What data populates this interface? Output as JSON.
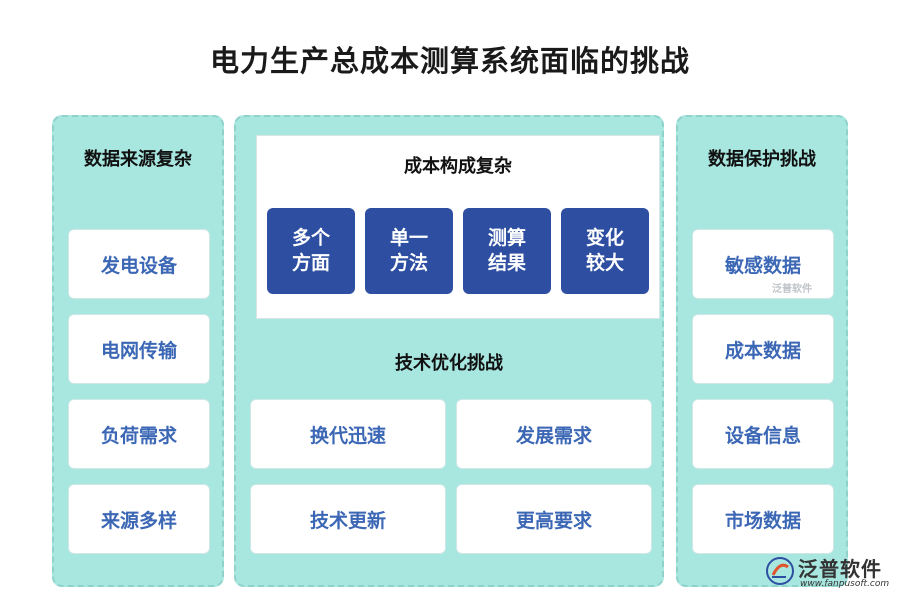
{
  "title": "电力生产总成本测算系统面临的挑战",
  "left": {
    "heading": "数据来源复杂",
    "items": [
      "发电设备",
      "电网传输",
      "负荷需求",
      "来源多样"
    ]
  },
  "middle": {
    "top_heading": "成本构成复杂",
    "top_items": [
      "多个\n方面",
      "单一\n方法",
      "测算\n结果",
      "变化\n较大"
    ],
    "bottom_heading": "技术优化挑战",
    "bottom_items": [
      "换代迅速",
      "发展需求",
      "技术更新",
      "更高要求"
    ]
  },
  "right": {
    "heading": "数据保护挑战",
    "items": [
      "敏感数据",
      "成本数据",
      "设备信息",
      "市场数据"
    ]
  },
  "watermark": "泛普软件",
  "logo": {
    "name": "泛普软件",
    "url": "www.fanpusoft.com"
  }
}
